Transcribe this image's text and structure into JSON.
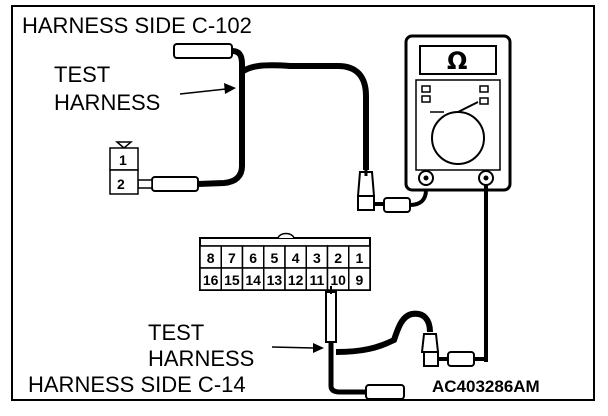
{
  "labels": {
    "top_title": "HARNESS SIDE C-102",
    "test_harness_top_1": "TEST",
    "test_harness_top_2": "HARNESS",
    "test_harness_bottom_1": "TEST",
    "test_harness_bottom_2": "HARNESS",
    "bottom_title": "HARNESS SIDE C-14",
    "figure_code": "AC403286AM"
  },
  "meter": {
    "symbol": "Ω"
  },
  "small_connector": {
    "pins": [
      "1",
      "2"
    ]
  },
  "main_connector": {
    "top_row": [
      "8",
      "7",
      "6",
      "5",
      "4",
      "3",
      "2",
      "1"
    ],
    "bottom_row": [
      "16",
      "15",
      "14",
      "13",
      "12",
      "11",
      "10",
      "9"
    ]
  }
}
